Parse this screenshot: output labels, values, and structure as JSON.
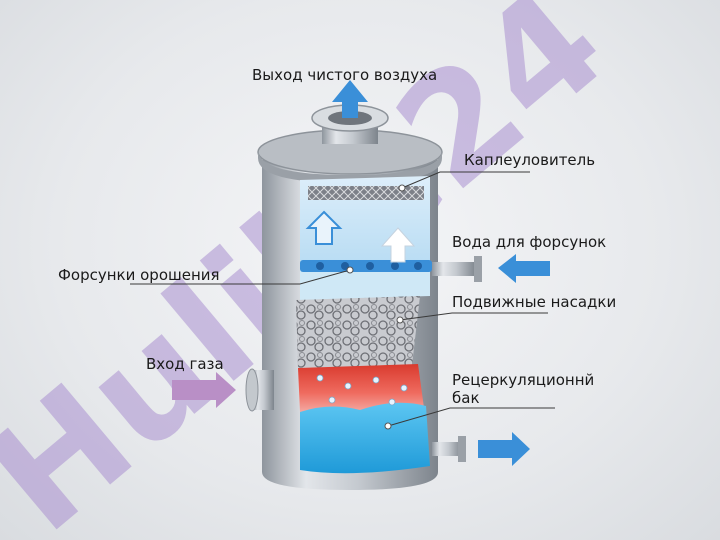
{
  "labels": {
    "clean_air_outlet": "Выход чистого воздуха",
    "droplet_separator": "Каплеуловитель",
    "nozzle_water": "Вода для форсунок",
    "spray_nozzles": "Форсунки орошения",
    "moving_packing": "Подвижные насадки",
    "gas_inlet": "Вход газа",
    "recirculation_tank_line1": "Рецеркуляционнй",
    "recirculation_tank_line2": "бак"
  },
  "watermark": "Hulike24",
  "colors": {
    "flow_arrow": "#3a8fd8",
    "gas_arrow": "#b98fc6",
    "water": "#3fb2e8",
    "hot_zone": "#e0463a",
    "watermark": "#a98fd0"
  }
}
